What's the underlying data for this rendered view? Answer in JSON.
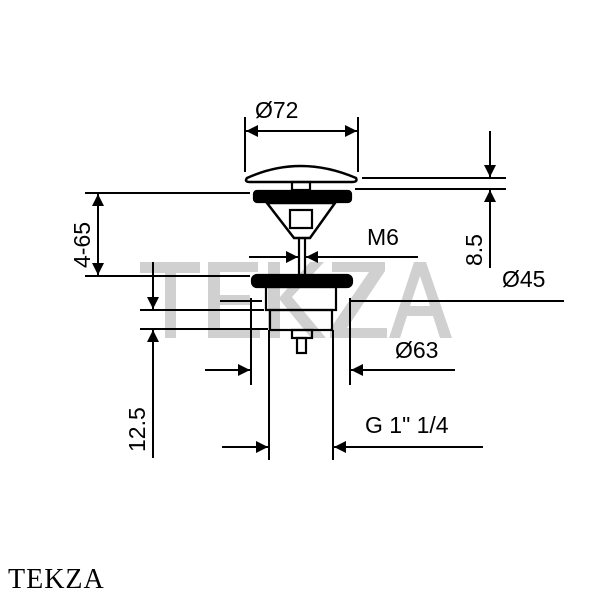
{
  "drawing": {
    "dimensions": {
      "cap_diameter": "Ø72",
      "cap_height": "8.5",
      "adjust_range": "4-65",
      "thread_rod": "M6",
      "body_diameter": "Ø45",
      "flange_diameter": "Ø63",
      "depth": "12.5",
      "thread": "G 1\" 1/4"
    },
    "watermark": "TEKZA"
  },
  "footer": {
    "brand": "TEKZA"
  },
  "colors": {
    "ink": "#000000",
    "watermark": "#c8c8c8"
  }
}
